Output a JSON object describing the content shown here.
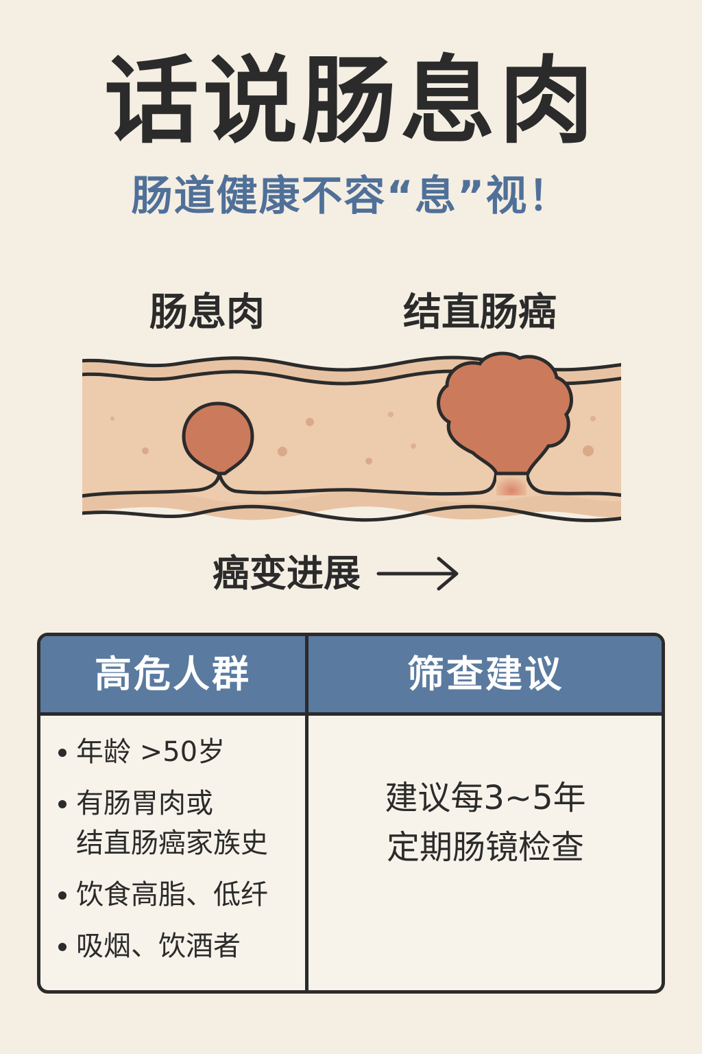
{
  "title": "话说肠息肉",
  "subtitle": "肠道健康不容“息”视！",
  "diagram": {
    "label_polyp": "肠息肉",
    "label_cancer": "结直肠癌",
    "progress_text": "癌变进展"
  },
  "table": {
    "header_left": "高危人群",
    "header_right": "筛查建议",
    "risk_groups": [
      "年龄 >50岁",
      "有肠胃肉或\n结直肠癌家族史",
      "饮食高脂、低纤",
      "吸烟、饮酒者"
    ],
    "advice": "建议每3~5年\n定期肠镜检查"
  },
  "colors": {
    "background": "#f5eee3",
    "accent_blue": "#5a7aa0",
    "subtitle_blue": "#4f7098",
    "intestine": "#ebc6a6",
    "polyp": "#c9765a",
    "outline": "#2b2b2b"
  }
}
